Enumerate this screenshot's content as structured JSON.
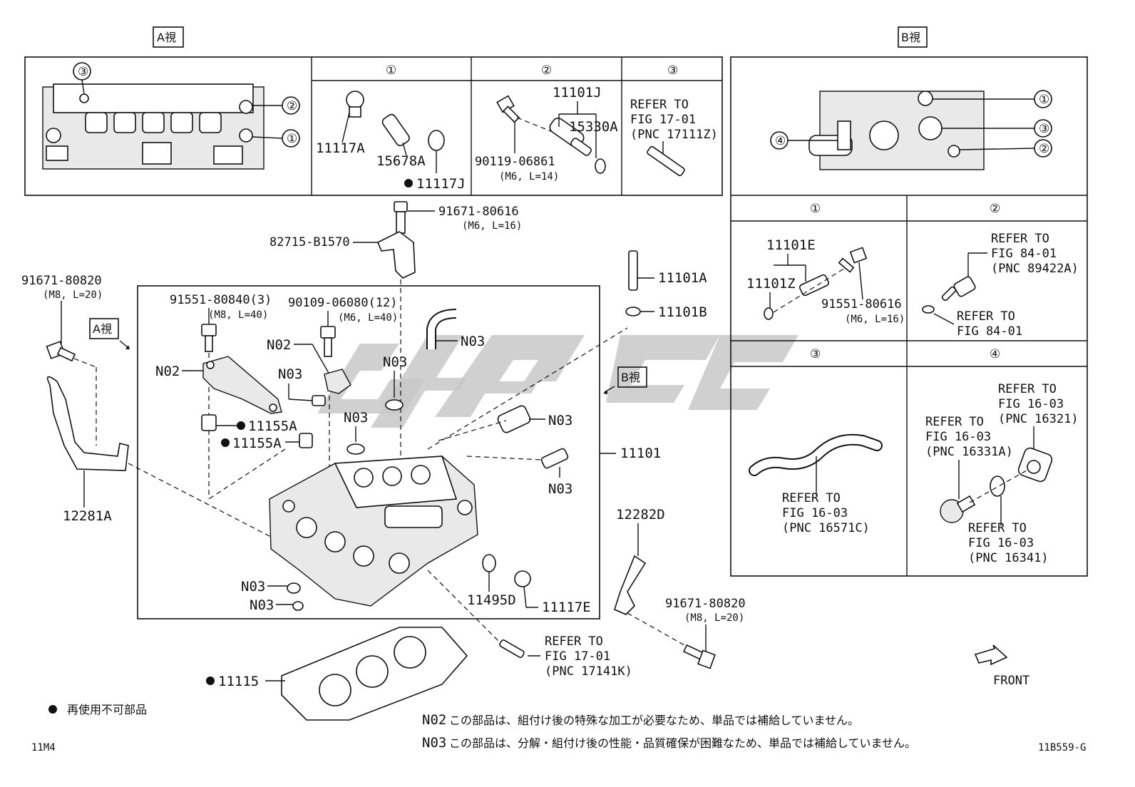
{
  "view_tags": {
    "a_view": "A視",
    "b_view": "B視"
  },
  "circled": {
    "c1": "①",
    "c2": "②",
    "c3": "③",
    "c4": "④"
  },
  "panel_a": {
    "sub1": {
      "p1": "11117A",
      "p2": "15678A",
      "p3": "11117J"
    },
    "sub2": {
      "p1": "11101J",
      "p2": "15330A",
      "p3": "90119-06861",
      "p3_note": "(M6, L=14)"
    },
    "sub3": {
      "l1": "REFER TO",
      "l2": "FIG 17-01",
      "l3": "(PNC 17111Z)"
    }
  },
  "panel_b": {
    "sub1": {
      "p1": "11101E",
      "p2": "11101Z",
      "p3": "91551-80616",
      "p3_note": "(M6, L=16)"
    },
    "sub2": {
      "l1": "REFER TO",
      "l2": "FIG 84-01",
      "l3": "(PNC 89422A)",
      "l4": "REFER TO",
      "l5": "FIG 84-01"
    },
    "sub3": {
      "l1": "REFER TO",
      "l2": "FIG 16-03",
      "l3": "(PNC 16571C)"
    },
    "sub4": {
      "a1": "REFER TO",
      "a2": "FIG 16-03",
      "a3": "(PNC 16321)",
      "b1": "REFER TO",
      "b2": "FIG 16-03",
      "b3": "(PNC 16331A)",
      "c1": "REFER TO",
      "c2": "FIG 16-03",
      "c3": "(PNC 16341)"
    }
  },
  "main": {
    "p_91671_top": "91671-80616",
    "p_91671_top_note": "(M6, L=16)",
    "p_82715": "82715-B1570",
    "p_91671_left": "91671-80820",
    "p_91671_left_note": "(M8, L=20)",
    "p_91551": "91551-80840(3)",
    "p_91551_note": "(M8, L=40)",
    "p_90109": "90109-06080(12)",
    "p_90109_note": "(M6, L=40)",
    "n02": "N02",
    "n03": "N03",
    "p_11155A": "11155A",
    "p_11101A": "11101A",
    "p_11101B": "11101B",
    "p_11101": "11101",
    "p_12281A": "12281A",
    "p_12282D": "12282D",
    "p_11495D": "11495D",
    "p_11117E": "11117E",
    "p_91671_right": "91671-80820",
    "p_91671_right_note": "(M8, L=20)",
    "refer_bolt": {
      "l1": "REFER TO",
      "l2": "FIG 17-01",
      "l3": "(PNC 17141K)"
    },
    "p_11115": "11115",
    "front": "FRONT"
  },
  "legend": {
    "bullet_text": "再使用不可部品"
  },
  "notes": {
    "n02_code": "N02",
    "n02_text": "この部品は、組付け後の特殊な加工が必要なため、単品では補給していません。",
    "n03_code": "N03",
    "n03_text": "この部品は、分解・組付け後の性能・品質確保が困難なため、単品では補給していません。"
  },
  "footer": {
    "left_code": "11M4",
    "right_code": "11B559-G"
  }
}
